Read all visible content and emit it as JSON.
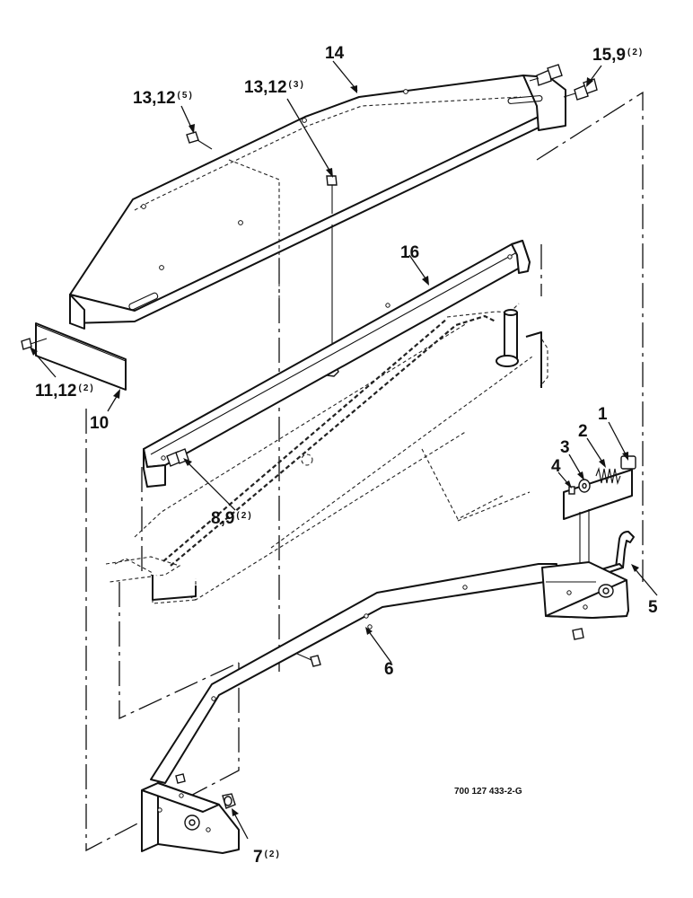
{
  "callouts": {
    "c14": "14",
    "c15_9": "15,9",
    "c15_9_qty": "(2)",
    "c13_12_left": "13,12",
    "c13_12_left_qty": "(5)",
    "c13_12_mid": "13,12",
    "c13_12_mid_qty": "(3)",
    "c16": "16",
    "c1": "1",
    "c2": "2",
    "c3": "3",
    "c4": "4",
    "c11_12": "11,12",
    "c11_12_qty": "(2)",
    "c10": "10",
    "c8_9": "8,9",
    "c8_9_qty": "(2)",
    "c5": "5",
    "c6": "6",
    "c7": "7",
    "c7_qty": "(2)"
  },
  "drawing_number": "700 127 433-2-G",
  "icons": {
    "bolt": "hex-head-bolt-icon",
    "nut": "hex-nut-icon",
    "spring": "coil-spring-icon",
    "washer": "flat-washer-icon"
  }
}
